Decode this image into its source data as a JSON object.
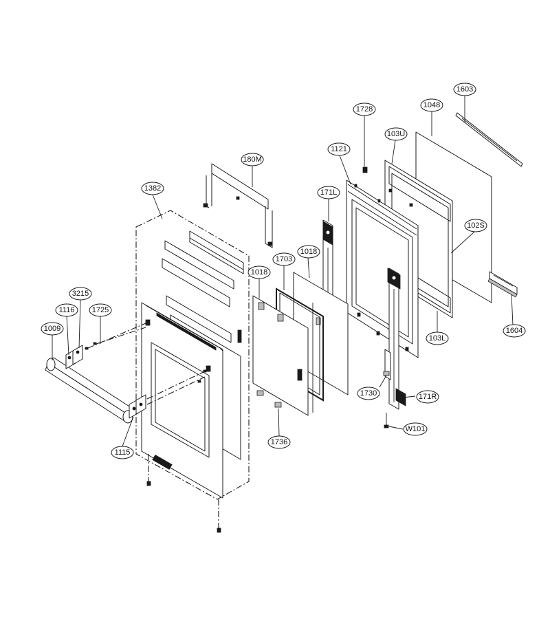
{
  "diagram": {
    "callouts": [
      {
        "id": "c1603",
        "text": "1603"
      },
      {
        "id": "c1048",
        "text": "1048"
      },
      {
        "id": "c1728",
        "text": "1728"
      },
      {
        "id": "c103U",
        "text": "103U"
      },
      {
        "id": "c1121",
        "text": "1121"
      },
      {
        "id": "c180M",
        "text": "180M"
      },
      {
        "id": "c171L",
        "text": "171L"
      },
      {
        "id": "c1382",
        "text": "1382"
      },
      {
        "id": "c102S",
        "text": "102S"
      },
      {
        "id": "c1703",
        "text": "1703"
      },
      {
        "id": "c1018a",
        "text": "1018"
      },
      {
        "id": "c1018b",
        "text": "1018"
      },
      {
        "id": "c3215",
        "text": "3215"
      },
      {
        "id": "c1116",
        "text": "1116"
      },
      {
        "id": "c1725",
        "text": "1725"
      },
      {
        "id": "c1009",
        "text": "1009"
      },
      {
        "id": "c103L",
        "text": "103L"
      },
      {
        "id": "c1604",
        "text": "1604"
      },
      {
        "id": "c1730",
        "text": "1730"
      },
      {
        "id": "c171R",
        "text": "171R"
      },
      {
        "id": "cW101",
        "text": "W101"
      },
      {
        "id": "c1115",
        "text": "1115"
      },
      {
        "id": "c1736",
        "text": "1736"
      }
    ]
  }
}
